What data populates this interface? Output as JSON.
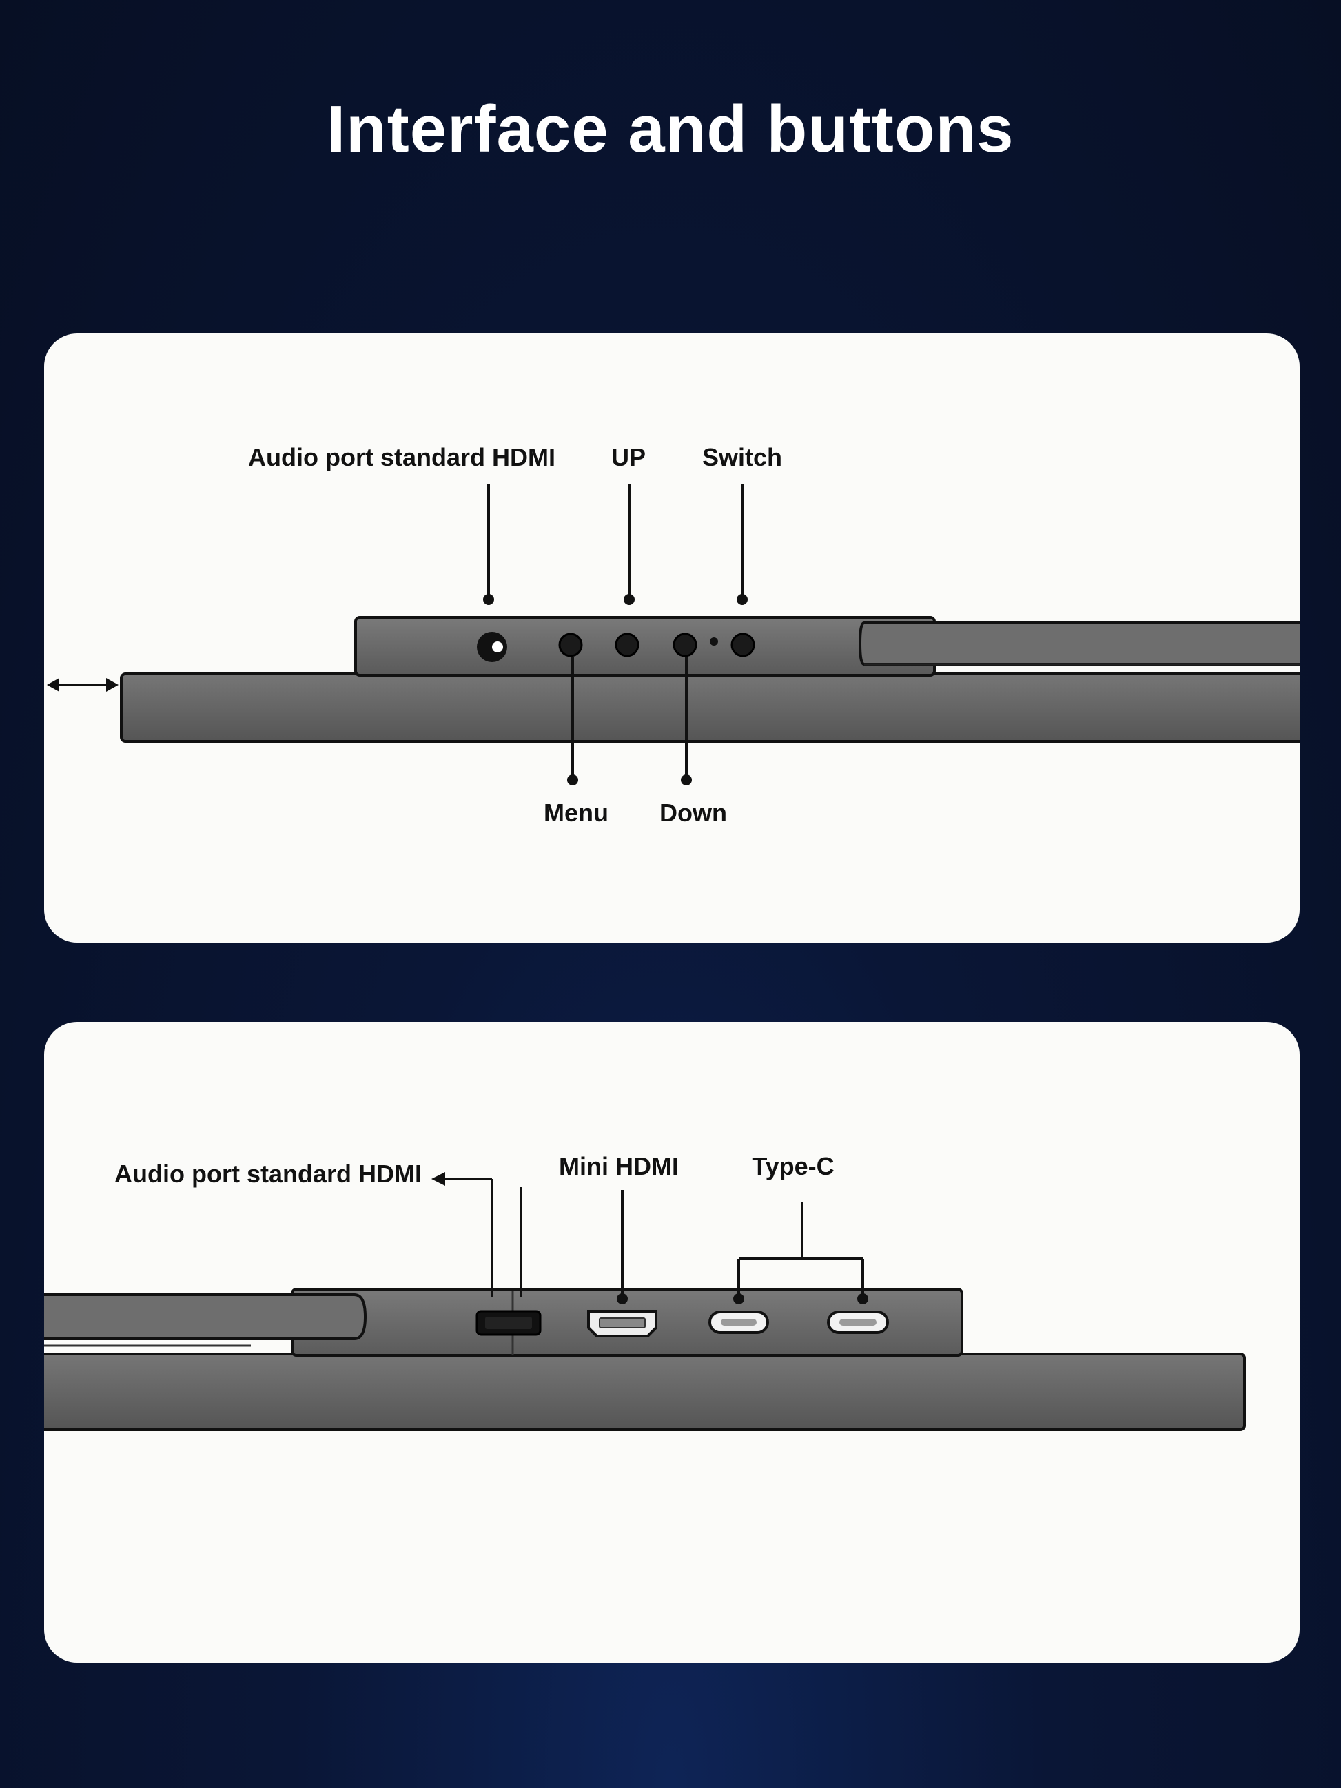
{
  "title": "Interface and buttons",
  "top_panel": {
    "labels": {
      "audio_hdmi": "Audio port standard HDMI",
      "up": "UP",
      "switch": "Switch",
      "menu": "Menu",
      "down": "Down"
    }
  },
  "bottom_panel": {
    "labels": {
      "audio_hdmi": "Audio port standard HDMI",
      "mini_hdmi": "Mini HDMI",
      "type_c": "Type-C"
    }
  },
  "colors": {
    "background": "#070f24",
    "panel": "#fbfbf9",
    "device": "#6b6b6b",
    "device_dark": "#555555",
    "ink": "#111111"
  },
  "icons": [
    "double-arrow-icon",
    "audio-jack-icon",
    "button-icon",
    "mini-hdmi-port-icon",
    "type-c-port-icon",
    "led-indicator-icon"
  ]
}
